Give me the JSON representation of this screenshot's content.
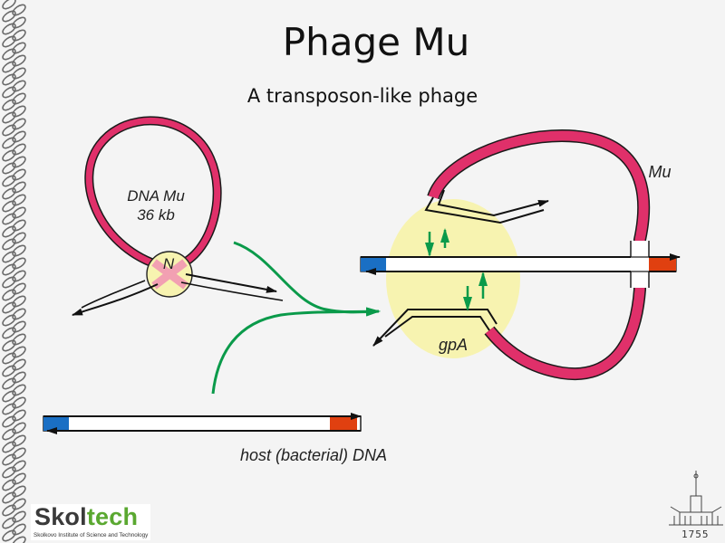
{
  "slide": {
    "title": "Phage Mu",
    "subtitle": "A transposon-like phage"
  },
  "labels": {
    "circle_name": "DNA Mu",
    "circle_size": "36 kb",
    "n_site": "N",
    "integrated": "Mu",
    "enzyme": "gpA",
    "host": "host (bacterial) DNA"
  },
  "logo": {
    "prefix": "Skol",
    "suffix": "tech",
    "tagline": "Skolkovo Institute of Science and Technology"
  },
  "emblem": {
    "year": "1755"
  },
  "colors": {
    "mu_dna": "#e0306a",
    "host_left_end": "#1a6fc4",
    "host_right_end": "#e04010",
    "green_arrow": "#0a9a4a",
    "enzyme_halo": "#f7f3b0",
    "border_chain": "#6a6a6a"
  }
}
